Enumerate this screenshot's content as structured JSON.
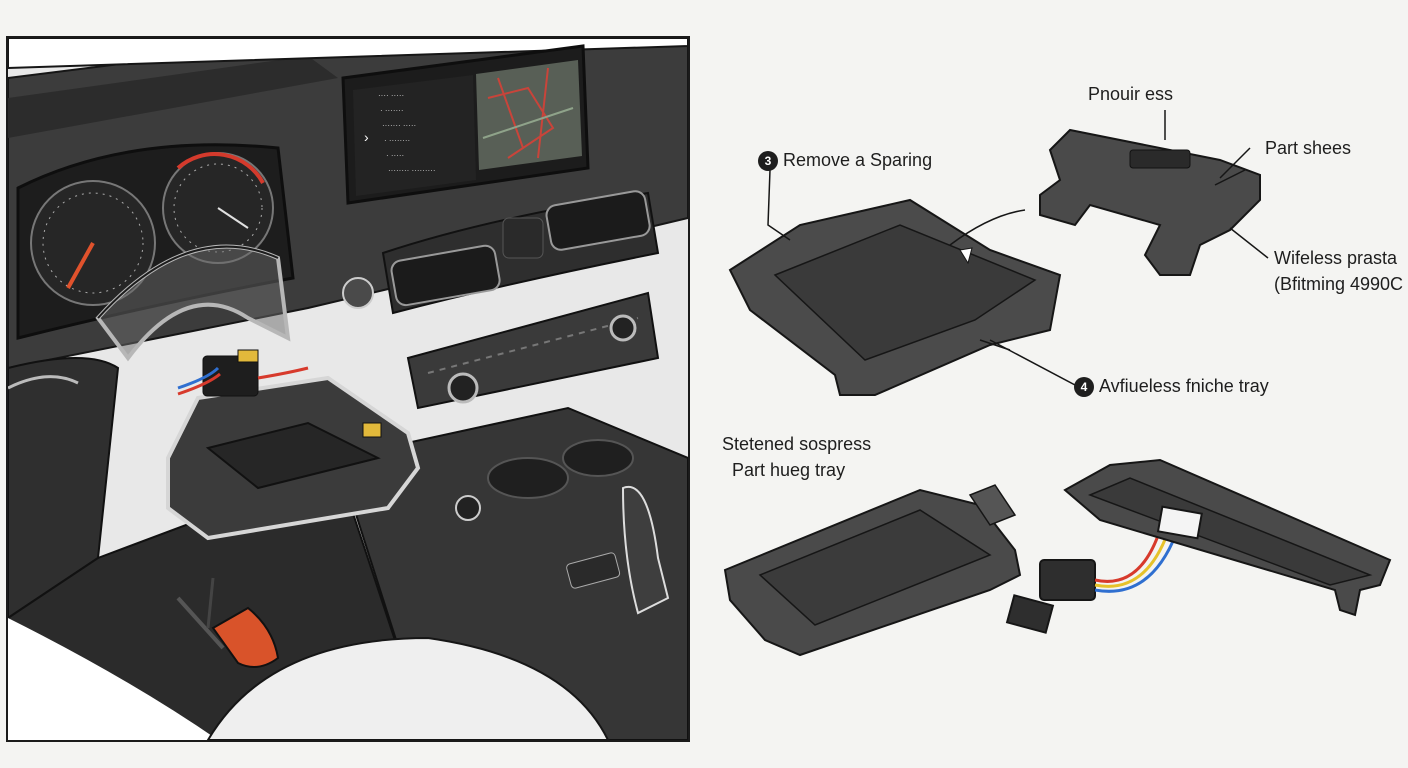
{
  "diagram": {
    "left_panel": {
      "screen_menu": [
        "···· ·····",
        "· ·······",
        "······· ·····",
        "· ········",
        "· ·····",
        "········ ·········"
      ]
    },
    "parts": [
      {
        "id": "wireless-tray-top",
        "label": "Pnouir ess"
      },
      {
        "id": "bracket",
        "label": "Part shees"
      },
      {
        "id": "wireless-note",
        "label_line1": "Wifeless prasta",
        "label_line2": "(Bfitming 4990C"
      },
      {
        "id": "step-3",
        "step": "3",
        "label": "Remove a Sparing"
      },
      {
        "id": "step-4",
        "step": "4",
        "label": "Avfiueless fniche tray"
      },
      {
        "id": "lower-caption",
        "label_line1": "Stetened sospress",
        "label_line2": "Part hueg tray"
      }
    ],
    "colors": {
      "plastic_dark": "#3a3a3a",
      "plastic_mid": "#4b4b4b",
      "outline": "#161616",
      "wire_red": "#d73a2c",
      "wire_yellow": "#e6c22a",
      "wire_blue": "#2f6fd0",
      "screwdriver_handle": "#d9532a"
    }
  }
}
